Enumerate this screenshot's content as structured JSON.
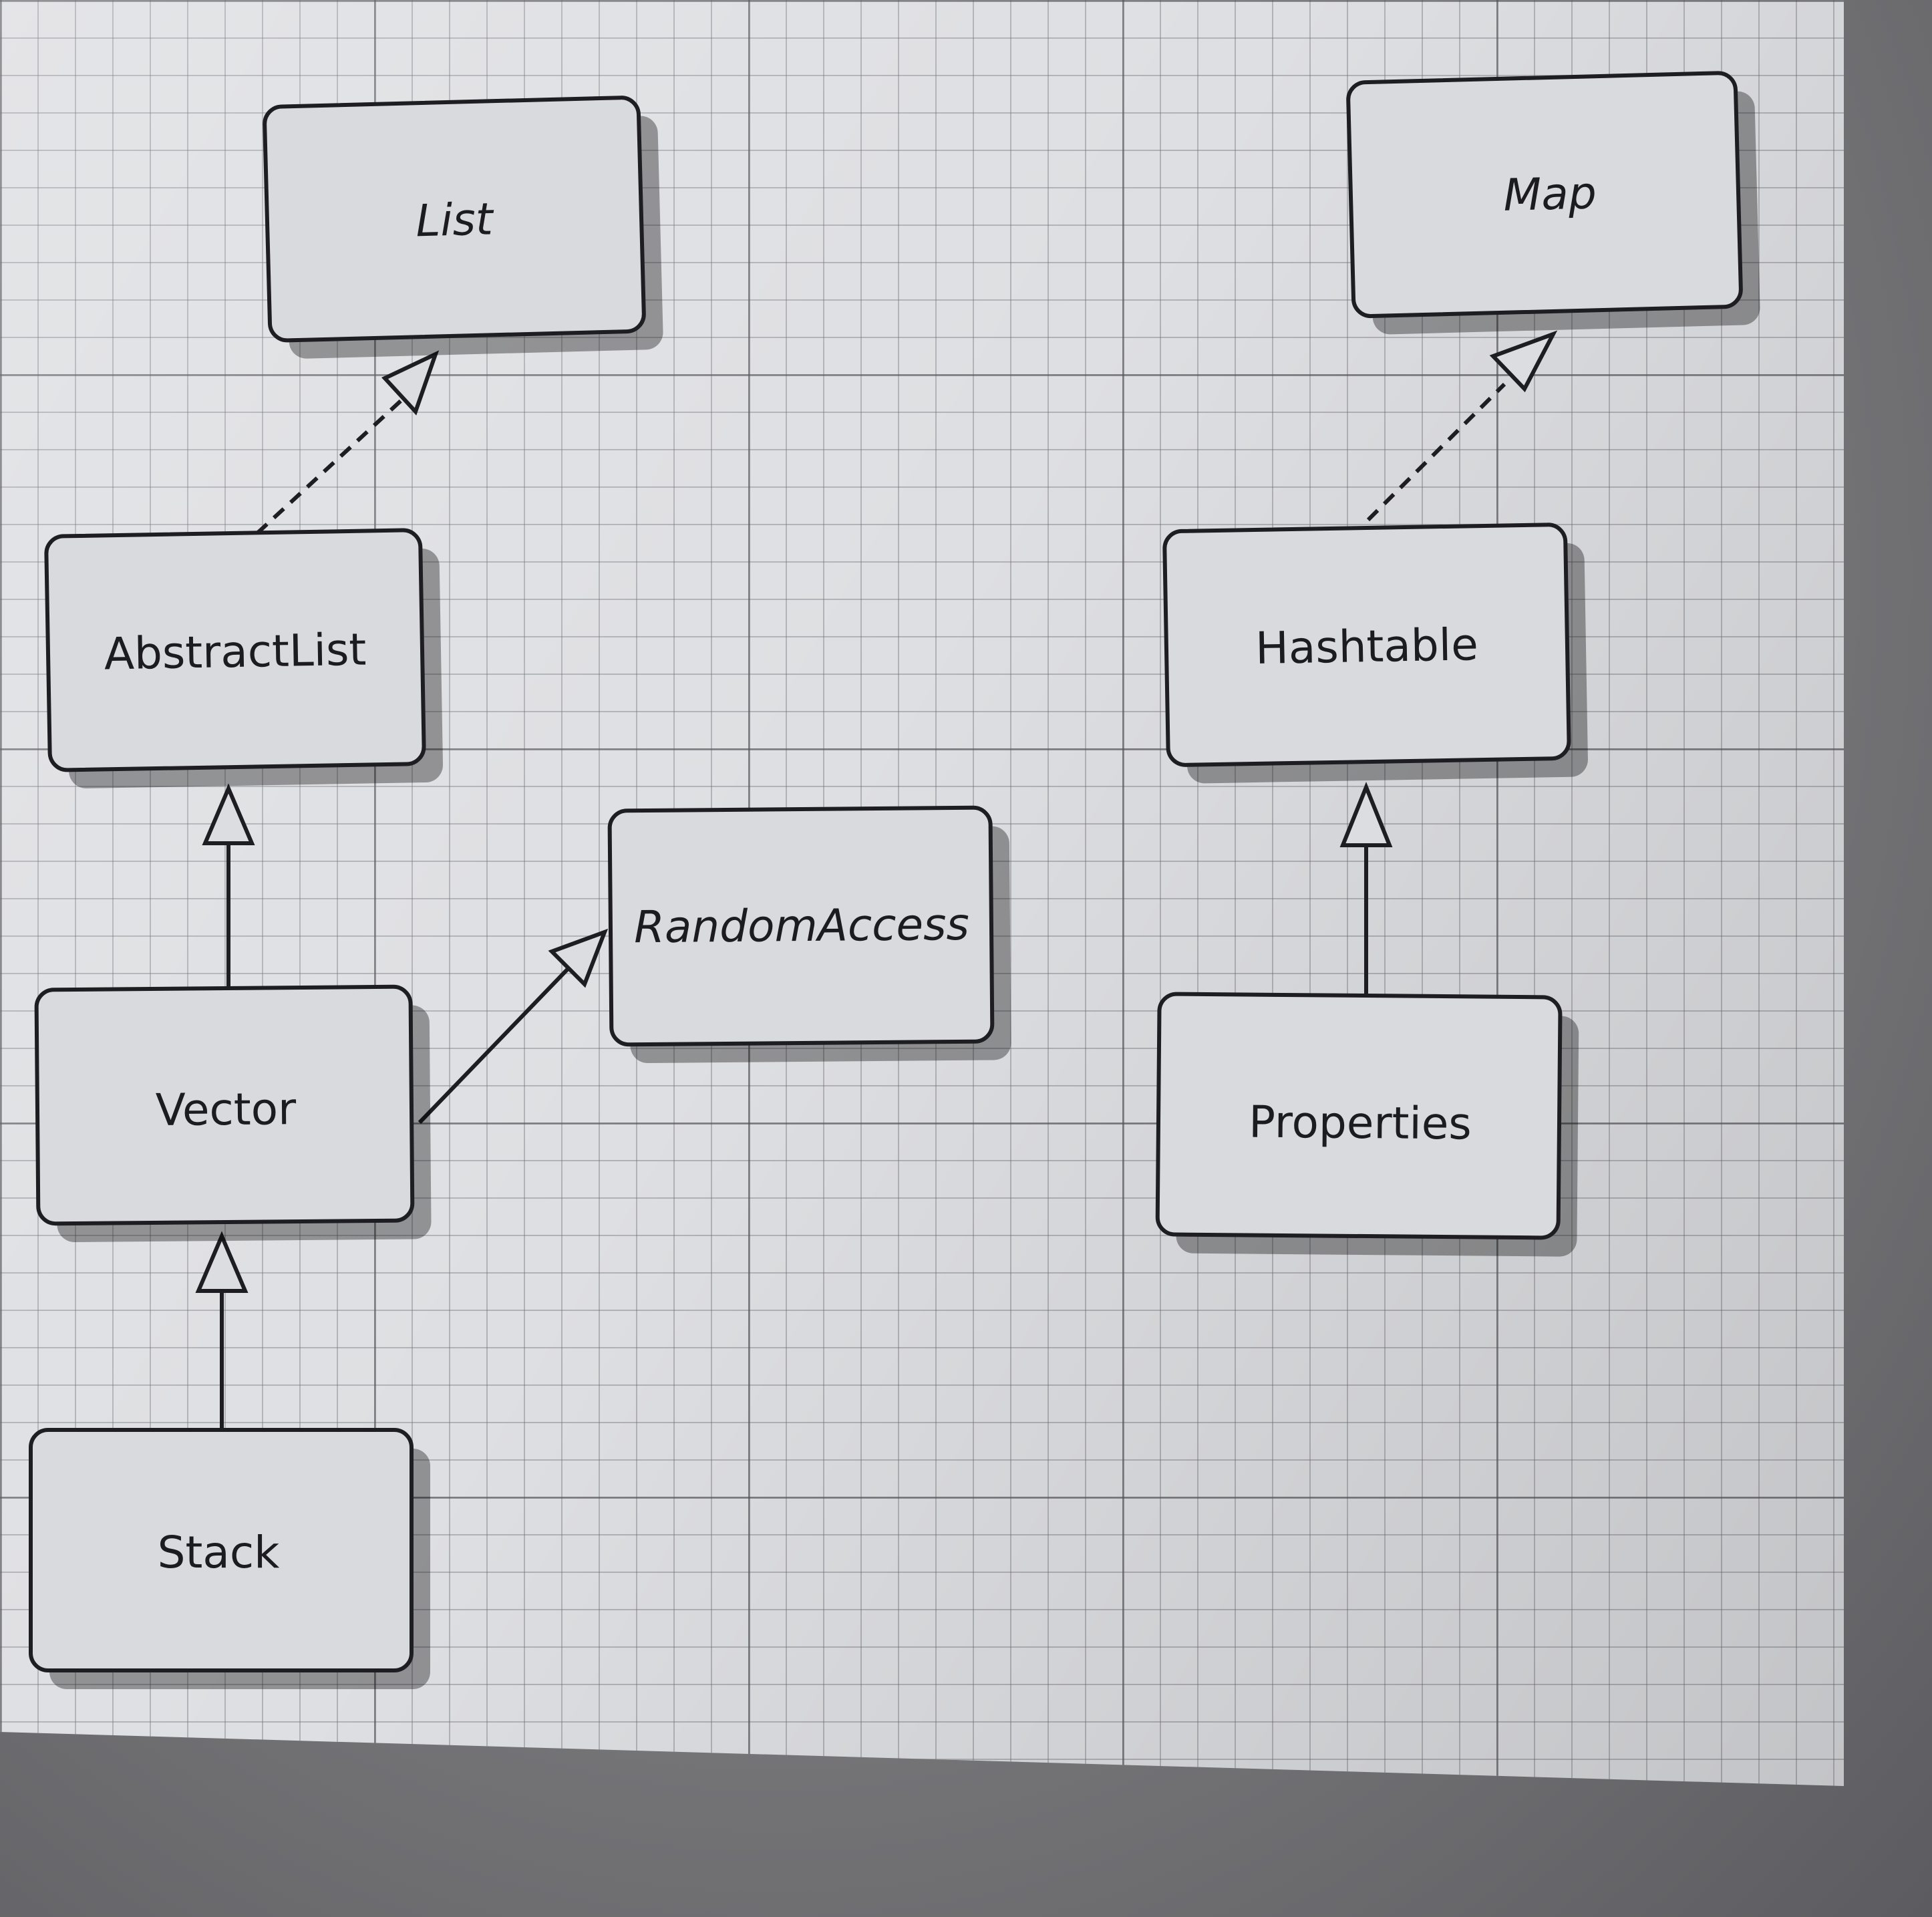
{
  "diagram": {
    "nodes": [
      {
        "id": "list",
        "label": "List",
        "italic": true
      },
      {
        "id": "map",
        "label": "Map",
        "italic": true
      },
      {
        "id": "abstractlist",
        "label": "AbstractList",
        "italic": false
      },
      {
        "id": "hashtable",
        "label": "Hashtable",
        "italic": false
      },
      {
        "id": "randomaccess",
        "label": "RandomAccess",
        "italic": true
      },
      {
        "id": "vector",
        "label": "Vector",
        "italic": false
      },
      {
        "id": "properties",
        "label": "Properties",
        "italic": false
      },
      {
        "id": "stack",
        "label": "Stack",
        "italic": false
      }
    ],
    "edges": [
      {
        "from": "abstractlist",
        "to": "list",
        "style": "dashed",
        "kind": "realization"
      },
      {
        "from": "hashtable",
        "to": "map",
        "style": "dashed",
        "kind": "realization"
      },
      {
        "from": "vector",
        "to": "abstractlist",
        "style": "solid",
        "kind": "generalization"
      },
      {
        "from": "vector",
        "to": "randomaccess",
        "style": "solid",
        "kind": "generalization"
      },
      {
        "from": "stack",
        "to": "vector",
        "style": "solid",
        "kind": "generalization"
      },
      {
        "from": "properties",
        "to": "hashtable",
        "style": "solid",
        "kind": "generalization"
      }
    ]
  }
}
